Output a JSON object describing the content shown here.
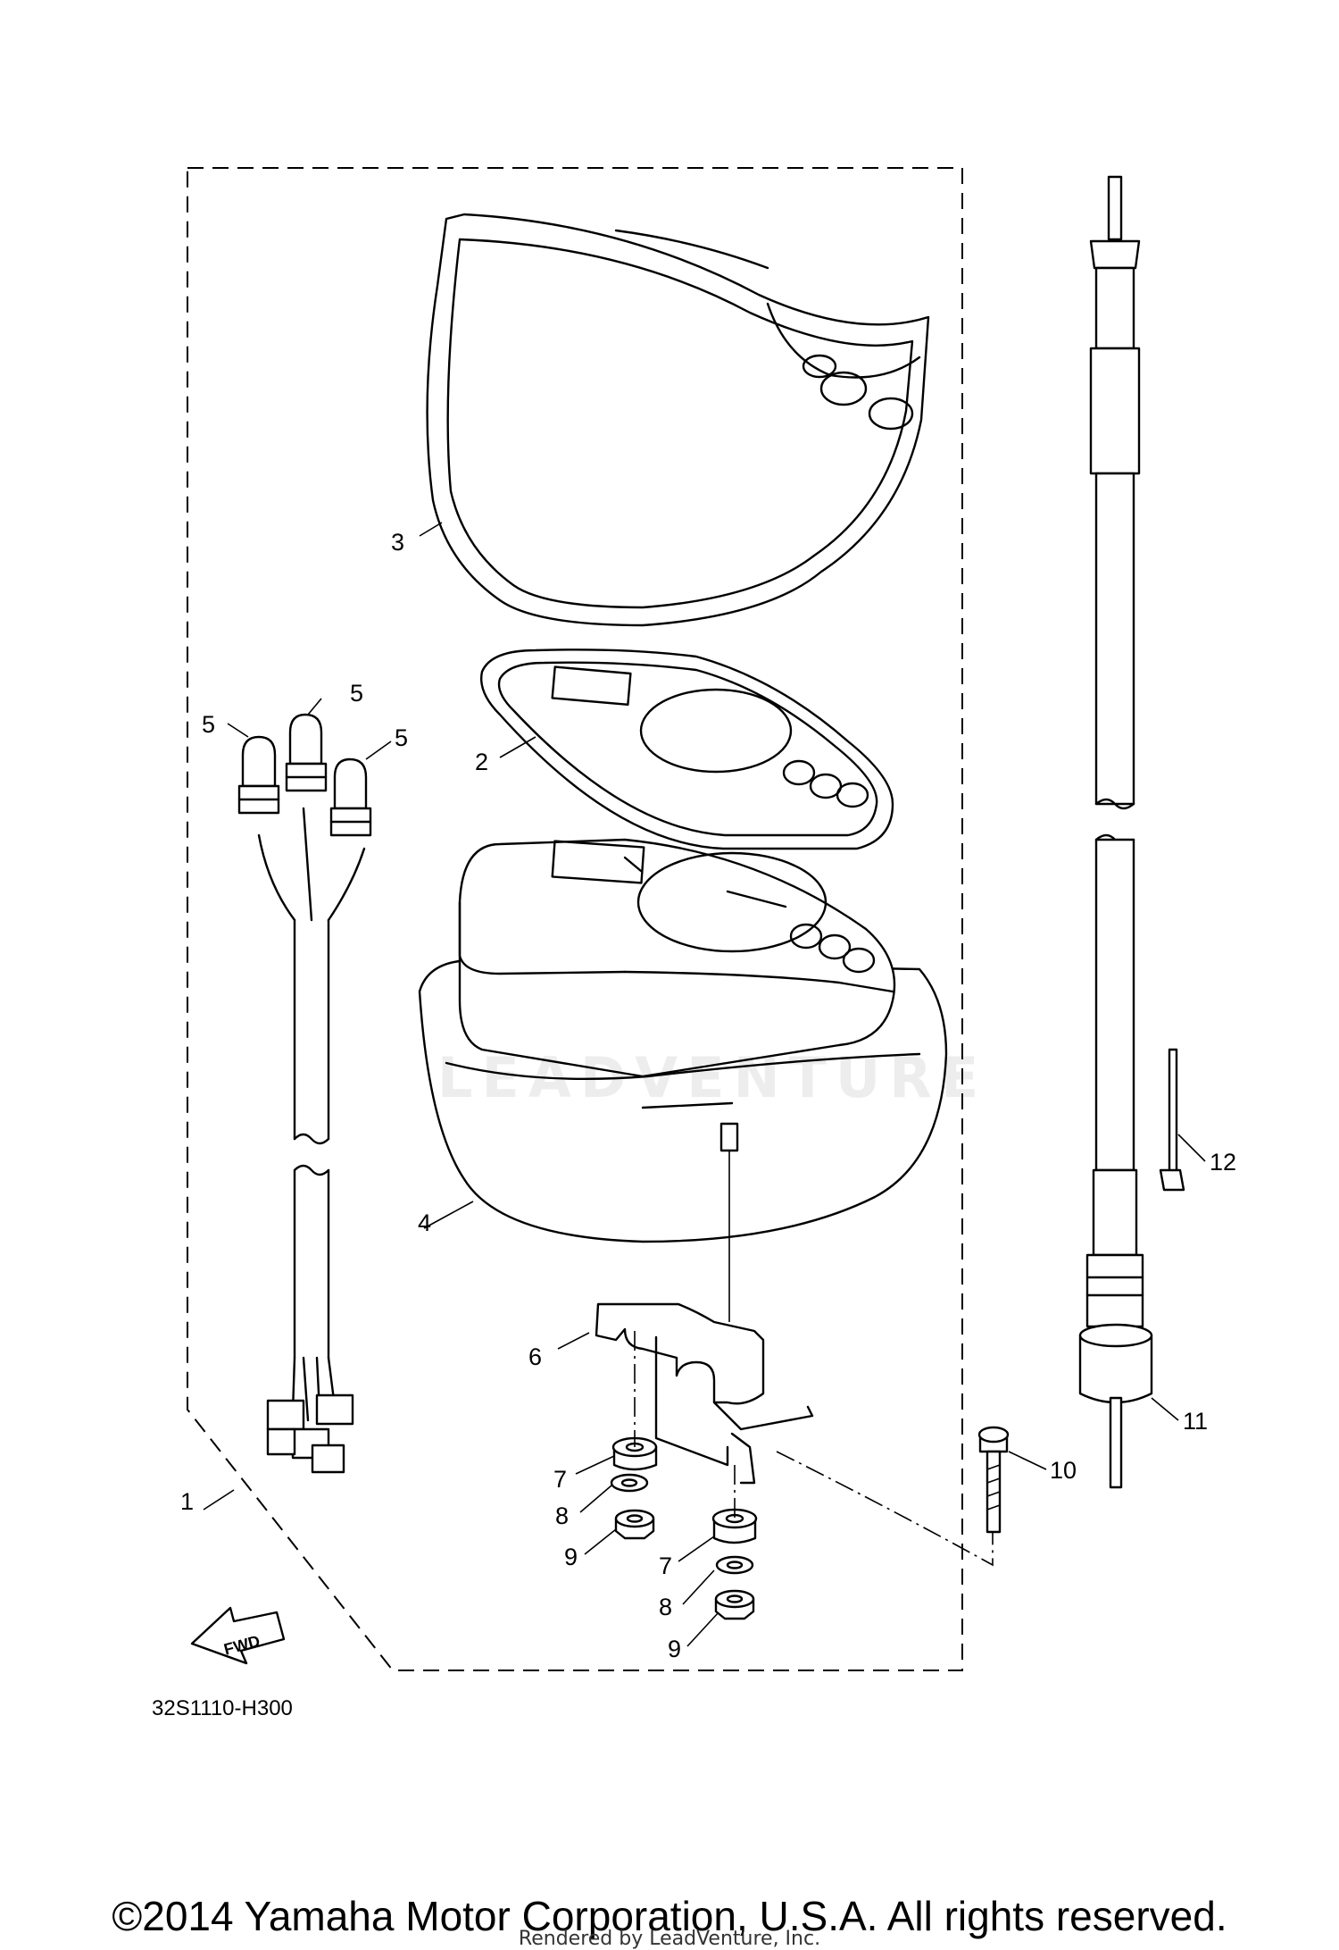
{
  "diagram": {
    "callouts": {
      "c1": "1",
      "c2": "2",
      "c3": "3",
      "c4": "4",
      "c5a": "5",
      "c5b": "5",
      "c5c": "5",
      "c6": "6",
      "c7a": "7",
      "c7b": "7",
      "c8a": "8",
      "c8b": "8",
      "c9a": "9",
      "c9b": "9",
      "c10": "10",
      "c11": "11",
      "c12": "12"
    },
    "fwd_label": "FWD",
    "diagram_code": "32S1110-H300"
  },
  "watermark": "LEADVENTURE",
  "footer": {
    "copyright": "©2014 Yamaha Motor Corporation, U.S.A. All rights reserved.",
    "rendered_by": "Rendered by LeadVenture, Inc."
  }
}
